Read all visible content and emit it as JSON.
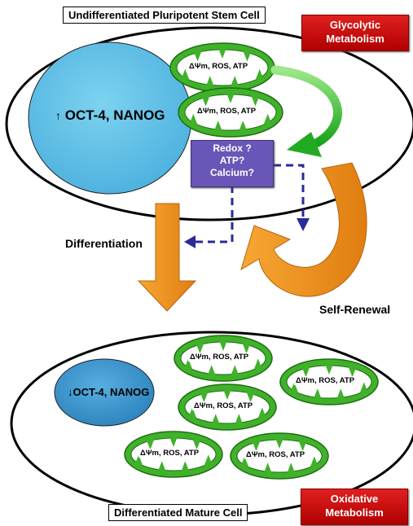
{
  "top_cell": {
    "title": "Undifferentiated Pluripotent Stem Cell",
    "nucleus": {
      "arrow": "↑",
      "text": "OCT-4, NANOG"
    },
    "mitochondria_label": "ΔΨm, ROS, ATP",
    "signals": [
      "Redox ?",
      "ATP?",
      "Calcium?"
    ]
  },
  "metabolism_top": [
    "Glycolytic",
    "Metabolism"
  ],
  "differentiation_label": "Differentiation",
  "self_renewal_label": "Self-Renewal",
  "bottom_cell": {
    "title": "Differentiated Mature Cell",
    "nucleus": {
      "arrow": "↓",
      "text": "OCT-4, NANOG"
    },
    "mitochondria_label": "ΔΨm, ROS, ATP"
  },
  "metabolism_bottom": [
    "Oxidative",
    "Metabolism"
  ],
  "colors": {
    "nucleus_top": "#5bbfe6",
    "nucleus_bottom": "#3b93c8",
    "mito_fill": "#3fb22a",
    "orange_arrow": "#f0901e",
    "green_arrow": "#2db32d",
    "dashed_arrow": "#2a2a9a",
    "signal_box": "#6a55b8",
    "metabolism_box": "#c81010"
  }
}
